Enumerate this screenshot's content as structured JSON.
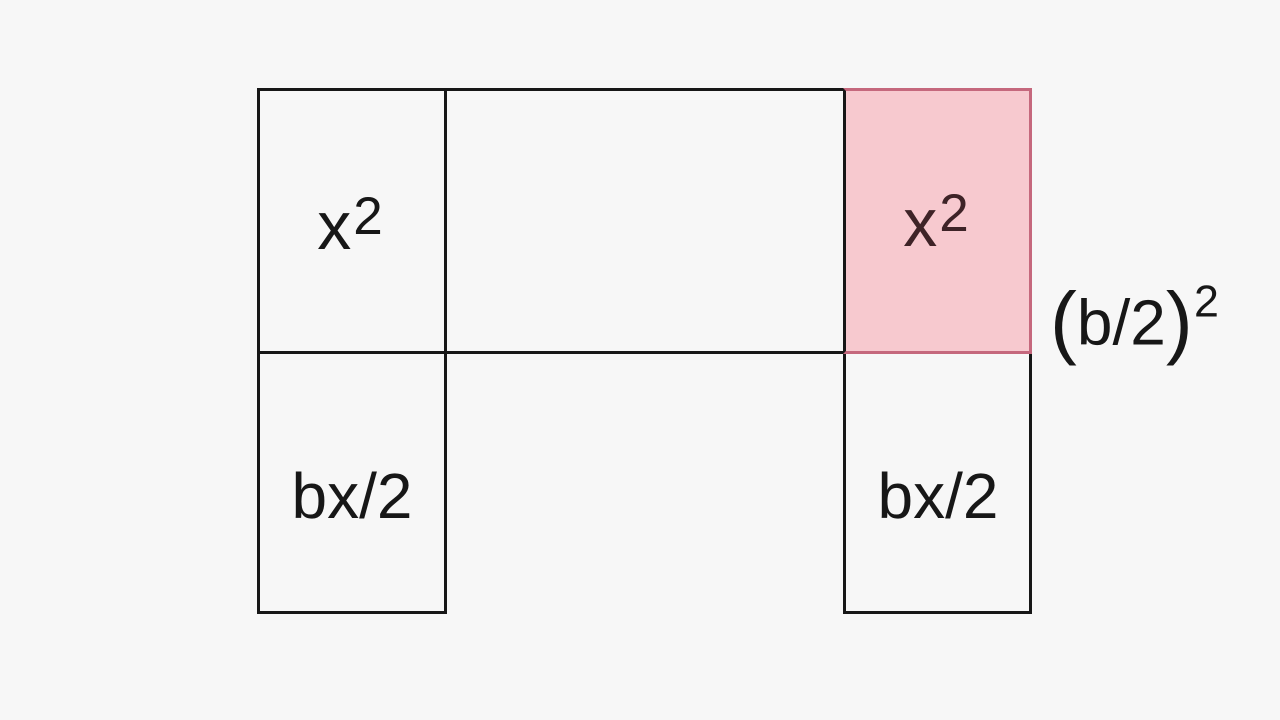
{
  "diagram": {
    "colors": {
      "background": "#f7f7f7",
      "line": "#171717",
      "pink_fill": "#f7c9cf",
      "pink_border": "#c5687d",
      "pink_text": "#3e2327"
    },
    "cells": {
      "top_left": {
        "label_base": "x",
        "label_exponent": "2"
      },
      "top_middle": {
        "label": ""
      },
      "top_right_pink": {
        "label_base": "x",
        "label_exponent": "2"
      },
      "bottom_left": {
        "label": "bx/2"
      },
      "bottom_right": {
        "label": "bx/2"
      }
    },
    "side_label": {
      "open": "(",
      "inner": "b/2",
      "close": ")",
      "exponent": "2"
    }
  }
}
